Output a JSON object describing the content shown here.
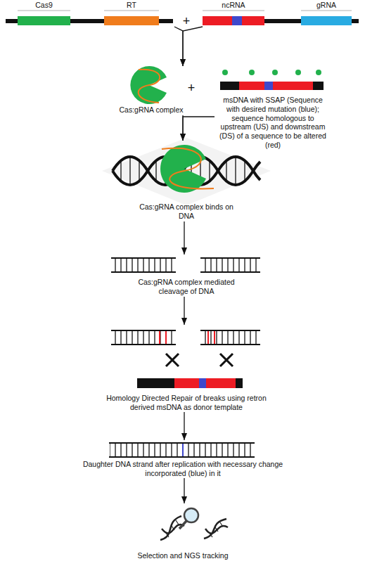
{
  "diagram": {
    "nodes": [
      {
        "text": [
          "Cas9",
          "RT"
        ]
      },
      {
        "text": [
          "ncRNA",
          "gRNA"
        ]
      },
      {
        "text": [
          "Cas:gRNA complex"
        ]
      },
      {
        "text": [
          "msDNA with SSAP (Sequence with desired mutation (blue); sequence homologous to upstream (US) and downstream (DS) of a sequence to be altered (red)"
        ]
      },
      {
        "text": [
          "Cas:gRNA complex binds on DNA"
        ]
      },
      {
        "text": [
          "Cas:gRNA complex mediated cleavage of DNA"
        ]
      },
      {
        "text": [
          "Homology Directed Repair of breaks using retron derived msDNA as donor template"
        ]
      },
      {
        "text": [
          "Daughter DNA strand after replication with necessary change incorporated (blue) in it"
        ]
      },
      {
        "text": [
          "Selection and NGS tracking"
        ]
      }
    ],
    "edges": [
      {
        "from": 0,
        "to": 2,
        "arrow": "to"
      },
      {
        "from": 1,
        "to": 2,
        "arrow": "to"
      },
      {
        "from": 2,
        "to": 4,
        "arrow": "to"
      },
      {
        "from": 3,
        "to": 4,
        "arrow": "to"
      },
      {
        "from": 4,
        "to": 5,
        "arrow": "to"
      },
      {
        "from": 5,
        "to": 6,
        "arrow": "to"
      },
      {
        "from": 6,
        "to": 7,
        "arrow": "to"
      },
      {
        "from": 7,
        "to": 8,
        "arrow": "to"
      }
    ],
    "labels": [
      "+",
      "+"
    ]
  }
}
